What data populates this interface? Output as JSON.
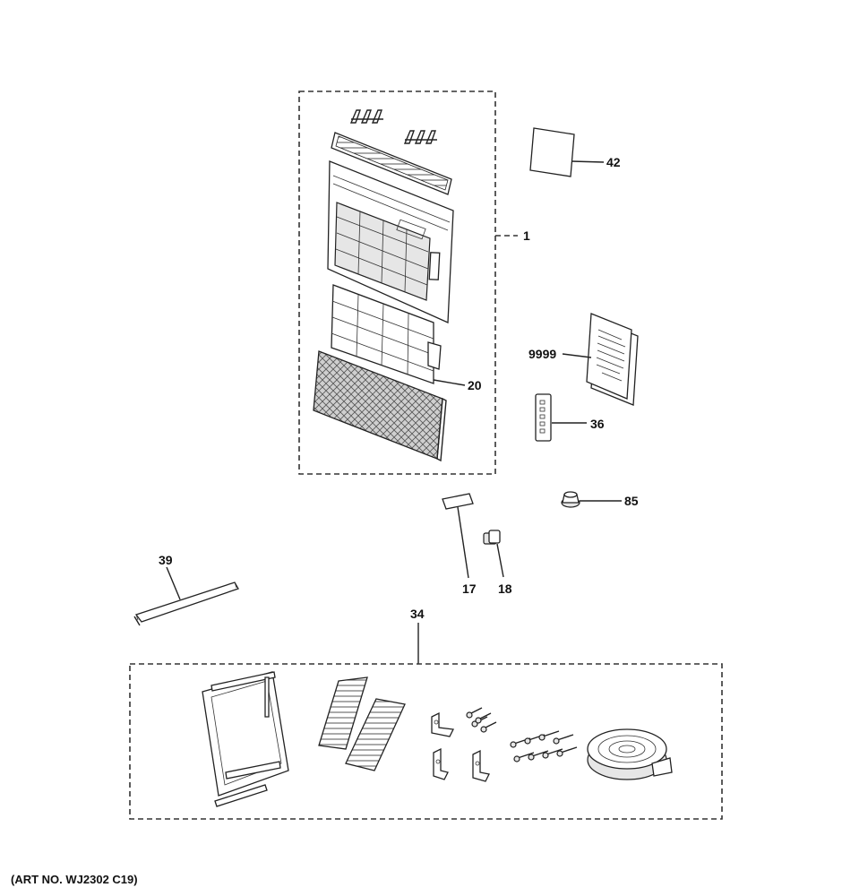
{
  "callouts": {
    "c1": "1",
    "c17": "17",
    "c18": "18",
    "c20": "20",
    "c34": "34",
    "c36": "36",
    "c39": "39",
    "c42": "42",
    "c85": "85",
    "c9999": "9999"
  },
  "footer": {
    "art_number": "(ART NO. WJ2302 C19)"
  }
}
